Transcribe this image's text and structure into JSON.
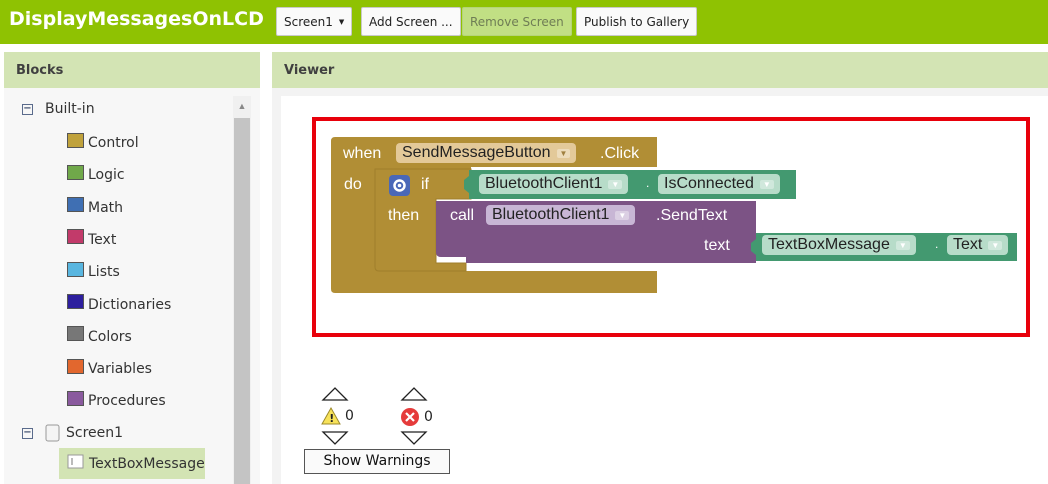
{
  "app": {
    "title": "DisplayMessagesOnLCD"
  },
  "toolbar": {
    "screen_select": "Screen1",
    "add_screen": "Add Screen ...",
    "remove_screen": "Remove Screen",
    "publish": "Publish to Gallery"
  },
  "blocks_panel": {
    "title": "Blocks",
    "builtin_label": "Built-in",
    "categories": [
      {
        "label": "Control",
        "color": "#c0a23c"
      },
      {
        "label": "Logic",
        "color": "#70a84a"
      },
      {
        "label": "Math",
        "color": "#3f6fb3"
      },
      {
        "label": "Text",
        "color": "#c23a6a"
      },
      {
        "label": "Lists",
        "color": "#59b6e0"
      },
      {
        "label": "Dictionaries",
        "color": "#2d1f9e"
      },
      {
        "label": "Colors",
        "color": "#777777"
      },
      {
        "label": "Variables",
        "color": "#e2672e"
      },
      {
        "label": "Procedures",
        "color": "#8a5a9e"
      }
    ],
    "screen_label": "Screen1",
    "components": [
      {
        "label": "TextBoxMessage"
      }
    ]
  },
  "viewer": {
    "title": "Viewer",
    "event_block": {
      "when": "when",
      "component": "SendMessageButton",
      "event": ".Click",
      "do": "do"
    },
    "if_block": {
      "if": "if",
      "then": "then"
    },
    "condition": {
      "component": "BluetoothClient1",
      "dot": ".",
      "property": "IsConnected"
    },
    "call_block": {
      "call": "call",
      "component": "BluetoothClient1",
      "method": ".SendText",
      "arg": "text"
    },
    "arg_block": {
      "component": "TextBoxMessage",
      "dot": ".",
      "property": "Text"
    },
    "colors": {
      "event": "#b18e35",
      "control": "#b18e35",
      "component": "#439970",
      "call": "#7c5385",
      "highlight": "#e8000b"
    }
  },
  "warnings": {
    "warning_count": "0",
    "error_count": "0",
    "button": "Show Warnings"
  }
}
